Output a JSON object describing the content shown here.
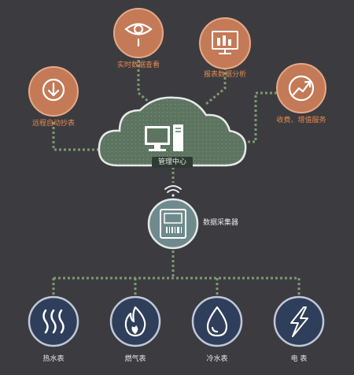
{
  "services": {
    "realtime_query": "实时数据查看",
    "report_analysis": "报表数据分析",
    "remote_reading": "远程自动抄表",
    "billing": "收费、增值服务"
  },
  "center": {
    "label": "管理中心"
  },
  "collector": {
    "label": "数据采集器"
  },
  "meters": {
    "hot_water": "热水表",
    "gas": "燃气表",
    "cold_water": "冷水表",
    "electric": "电 表"
  },
  "colors": {
    "background": "#3c3c40",
    "service_circle": "#c47a57",
    "cloud": "#5d7560",
    "collector": "#6f8a8c",
    "meter_circle": "#2f3e5a",
    "connector": "#7d9a6f",
    "service_text": "#e8894f"
  },
  "icons": {
    "realtime_query": "eye-magnifier-icon",
    "report_analysis": "monitor-chart-icon",
    "remote_reading": "download-arrow-icon",
    "billing": "growth-chart-icon",
    "center": "desktop-computer-icon",
    "wireless": "wifi-signal-icon",
    "collector": "data-collector-device-icon",
    "hot_water": "heat-waves-icon",
    "gas": "flame-icon",
    "cold_water": "water-drop-icon",
    "electric": "lightning-icon"
  }
}
